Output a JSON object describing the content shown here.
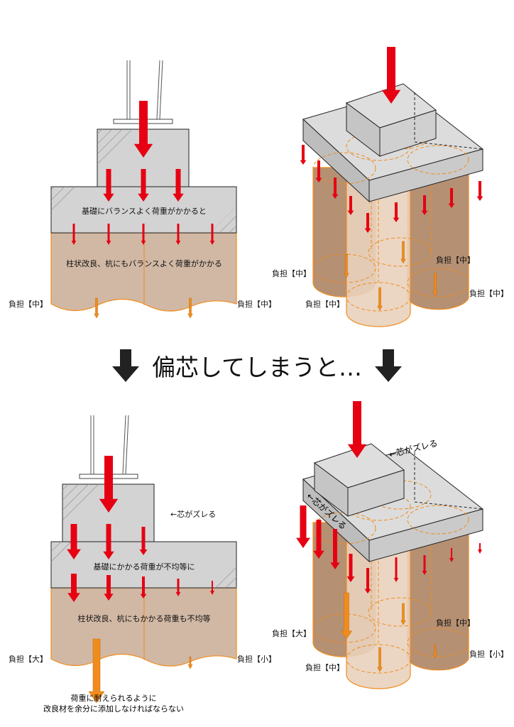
{
  "header": {
    "text": "偏芯してしまうと…"
  },
  "top_left": {
    "foundation_text": "基礎にバランスよく荷重がかかると",
    "ground_text": "柱状改良、杭にもバランスよく荷重がかかる",
    "load_left": "負担【中】",
    "load_right": "負担【中】"
  },
  "top_right": {
    "load_back_left": "負担【中】",
    "load_back_right": "負担【中】",
    "load_front_left": "負担【中】",
    "load_front_right": "負担【中】"
  },
  "bottom_left": {
    "offset_note": "←芯がズレる",
    "foundation_text": "基礎にかかる荷重が不均等に",
    "ground_text": "柱状改良、杭にもかかる荷重も不均等",
    "load_left": "負担【大】",
    "load_right": "負担【小】",
    "note_line1": "荷重に耐えられるように",
    "note_line2": "改良材を余分に添加しなければならない"
  },
  "bottom_right": {
    "offset_note_top": "←芯がズレる",
    "offset_note_side": "←芯がズレる",
    "load_back_left": "負担【大】",
    "load_back_right": "負担【中】",
    "load_front_left": "負担【中】",
    "load_front_right": "負担【小】"
  },
  "colors": {
    "arrow_red": "#e60012",
    "arrow_orange": "#f08c1e",
    "soil": "#d1b8a4",
    "concrete": "#d3d3d3",
    "column_dark": "#a87d5a",
    "column_light": "#e9d2bd"
  }
}
